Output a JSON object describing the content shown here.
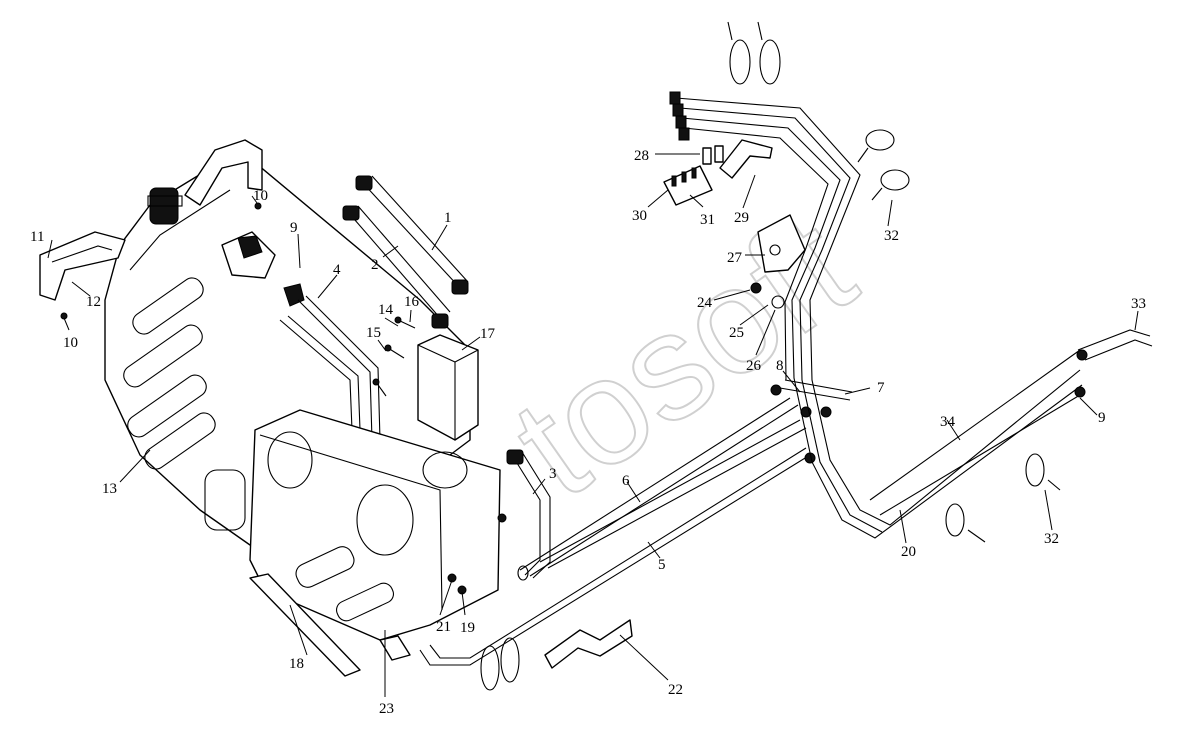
{
  "watermark": "tosoft",
  "callouts": [
    {
      "id": "c1",
      "label": "1"
    },
    {
      "id": "c2",
      "label": "2"
    },
    {
      "id": "c3",
      "label": "3"
    },
    {
      "id": "c4",
      "label": "4"
    },
    {
      "id": "c5",
      "label": "5"
    },
    {
      "id": "c6",
      "label": "6"
    },
    {
      "id": "c7",
      "label": "7"
    },
    {
      "id": "c8",
      "label": "8"
    },
    {
      "id": "c9a",
      "label": "9"
    },
    {
      "id": "c9b",
      "label": "9"
    },
    {
      "id": "c10a",
      "label": "10"
    },
    {
      "id": "c10b",
      "label": "10"
    },
    {
      "id": "c11",
      "label": "11"
    },
    {
      "id": "c12",
      "label": "12"
    },
    {
      "id": "c13",
      "label": "13"
    },
    {
      "id": "c14",
      "label": "14"
    },
    {
      "id": "c15",
      "label": "15"
    },
    {
      "id": "c16",
      "label": "16"
    },
    {
      "id": "c17",
      "label": "17"
    },
    {
      "id": "c18",
      "label": "18"
    },
    {
      "id": "c19",
      "label": "19"
    },
    {
      "id": "c20",
      "label": "20"
    },
    {
      "id": "c21",
      "label": "21"
    },
    {
      "id": "c22",
      "label": "22"
    },
    {
      "id": "c23",
      "label": "23"
    },
    {
      "id": "c24",
      "label": "24"
    },
    {
      "id": "c25",
      "label": "25"
    },
    {
      "id": "c26",
      "label": "26"
    },
    {
      "id": "c27",
      "label": "27"
    },
    {
      "id": "c28",
      "label": "28"
    },
    {
      "id": "c29",
      "label": "29"
    },
    {
      "id": "c30",
      "label": "30"
    },
    {
      "id": "c31",
      "label": "31"
    },
    {
      "id": "c32a",
      "label": "32"
    },
    {
      "id": "c32b",
      "label": "32"
    },
    {
      "id": "c33",
      "label": "33"
    },
    {
      "id": "c34",
      "label": "34"
    }
  ]
}
